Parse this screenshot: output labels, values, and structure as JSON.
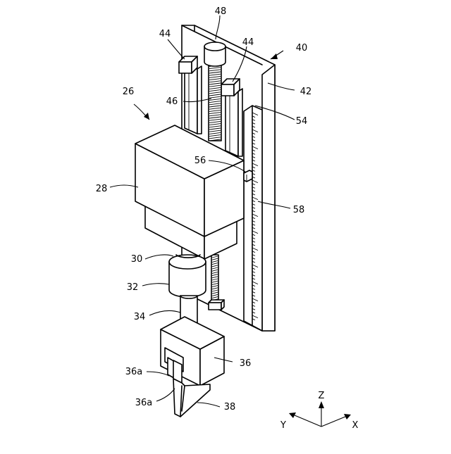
{
  "labels": {
    "l40": "40",
    "l42": "42",
    "l44a": "44",
    "l44b": "44",
    "l46": "46",
    "l48": "48",
    "l54": "54",
    "l56": "56",
    "l58": "58",
    "l26": "26",
    "l28": "28",
    "l30": "30",
    "l32": "32",
    "l34": "34",
    "l36": "36",
    "l36a1": "36a",
    "l36a2": "36a",
    "l38": "38"
  },
  "axes": {
    "z": "Z",
    "y": "Y",
    "x": "X"
  }
}
